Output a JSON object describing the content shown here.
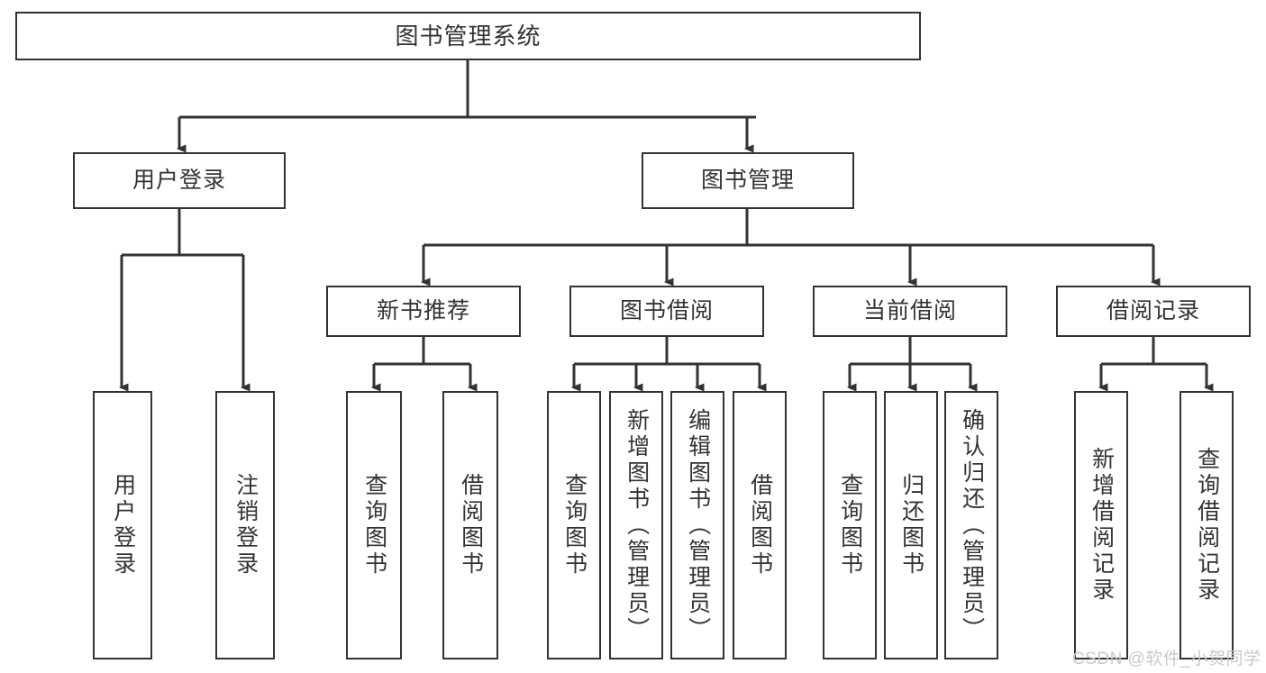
{
  "diagram": {
    "title": "图书管理系统",
    "type": "tree-hierarchy",
    "watermark": "CSDN @软件_小贺同学",
    "colors": {
      "stroke": "#333333",
      "fill": "#ffffff",
      "text": "#333333",
      "watermark": "#c9c9c9",
      "background": "#ffffff"
    },
    "nodes": {
      "root": {
        "label": "图书管理系统",
        "level": 1
      },
      "l2": [
        {
          "id": "user-login",
          "label": "用户登录",
          "level": 2
        },
        {
          "id": "book-manage",
          "label": "图书管理",
          "level": 2
        }
      ],
      "l3": [
        {
          "id": "new-book-recommend",
          "label": "新书推荐",
          "level": 3
        },
        {
          "id": "book-borrow",
          "label": "图书借阅",
          "level": 3
        },
        {
          "id": "current-borrow",
          "label": "当前借阅",
          "level": 3
        },
        {
          "id": "borrow-record",
          "label": "借阅记录",
          "level": 3
        }
      ],
      "leaves": {
        "user-login": [
          {
            "id": "leaf-user-login",
            "label": "用户登录"
          },
          {
            "id": "leaf-user-logout",
            "label": "注销登录"
          }
        ],
        "new-book-recommend": [
          {
            "id": "leaf-query-book-1",
            "label": "查询图书"
          },
          {
            "id": "leaf-borrow-book-1",
            "label": "借阅图书"
          }
        ],
        "book-borrow": [
          {
            "id": "leaf-query-book-2",
            "label": "查询图书"
          },
          {
            "id": "leaf-add-book",
            "label": "新增图书（管理员）"
          },
          {
            "id": "leaf-edit-book",
            "label": "编辑图书（管理员）"
          },
          {
            "id": "leaf-borrow-book-2",
            "label": "借阅图书"
          }
        ],
        "current-borrow": [
          {
            "id": "leaf-query-book-3",
            "label": "查询图书"
          },
          {
            "id": "leaf-return-book",
            "label": "归还图书"
          },
          {
            "id": "leaf-confirm-return",
            "label": "确认归还（管理员）"
          }
        ],
        "borrow-record": [
          {
            "id": "leaf-add-record",
            "label": "新增借阅记录"
          },
          {
            "id": "leaf-query-record",
            "label": "查询借阅记录"
          }
        ]
      }
    }
  }
}
